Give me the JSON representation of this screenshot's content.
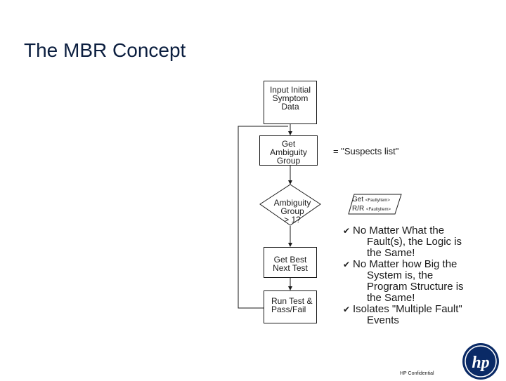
{
  "slide": {
    "title": "The MBR Concept",
    "footer": "HP Confidential",
    "logo_text": "hp"
  },
  "flowchart": {
    "input": "Input Initial\nSymptom\nData",
    "get_ambiguity": "Get\nAmbiguity\nGroup",
    "decision": "Ambiguity\nGroup\n> 1?",
    "get_best": "Get Best\nNext Test",
    "run_test": "Run Test &\nPass/Fail",
    "suspects_note": "= \"Suspects list\"",
    "parallelogram_line1": "Get ",
    "parallelogram_line1_small": "<FaultyItem>",
    "parallelogram_line2": "R/R ",
    "parallelogram_line2_small": "<FaultyItem>"
  },
  "bullets": [
    {
      "first": "No Matter What the",
      "rest": "Fault(s), the Logic is\nthe Same!"
    },
    {
      "first": "No Matter how Big the",
      "rest": "System is, the\nProgram Structure is\nthe Same!"
    },
    {
      "first": "Isolates \"Multiple Fault\"",
      "rest": "Events"
    }
  ],
  "colors": {
    "title": "#0b1e3f",
    "logo": "#0a2a66"
  },
  "icons": {
    "bullet": "check-icon"
  }
}
